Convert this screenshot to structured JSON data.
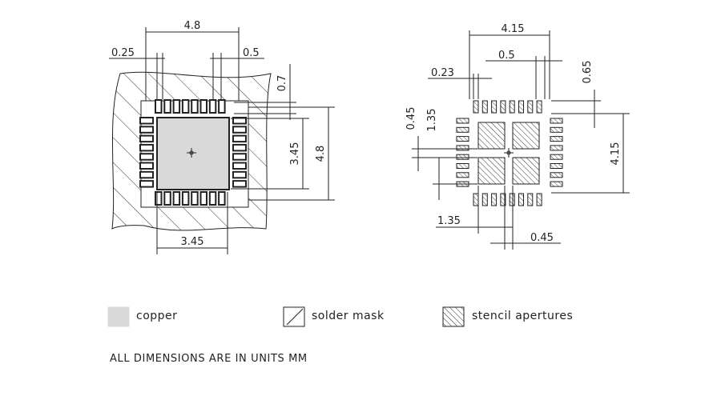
{
  "left_view": {
    "dim_top_width": "4.8",
    "dim_pad_width": "0.25",
    "dim_pitch": "0.5",
    "dim_pad_length": "0.7",
    "dim_epad_height": "3.45",
    "dim_total_height": "4.8",
    "dim_epad_width": "3.45"
  },
  "right_view": {
    "dim_top_width": "4.15",
    "dim_pitch": "0.5",
    "dim_pad_width": "0.23",
    "dim_pad_length": "0.65",
    "dim_gap_left": "0.45",
    "dim_aperture_left": "1.35",
    "dim_total_height": "4.15",
    "dim_aperture_bottom": "1.35",
    "dim_gap_bottom": "0.45"
  },
  "legend": [
    {
      "label": "copper",
      "icon": "copper-swatch",
      "color": "#d9d9d9"
    },
    {
      "label": "solder mask",
      "icon": "solder-mask-swatch"
    },
    {
      "label": "stencil apertures",
      "icon": "stencil-swatch"
    }
  ],
  "note": "ALL DIMENSIONS ARE IN UNITS MM"
}
